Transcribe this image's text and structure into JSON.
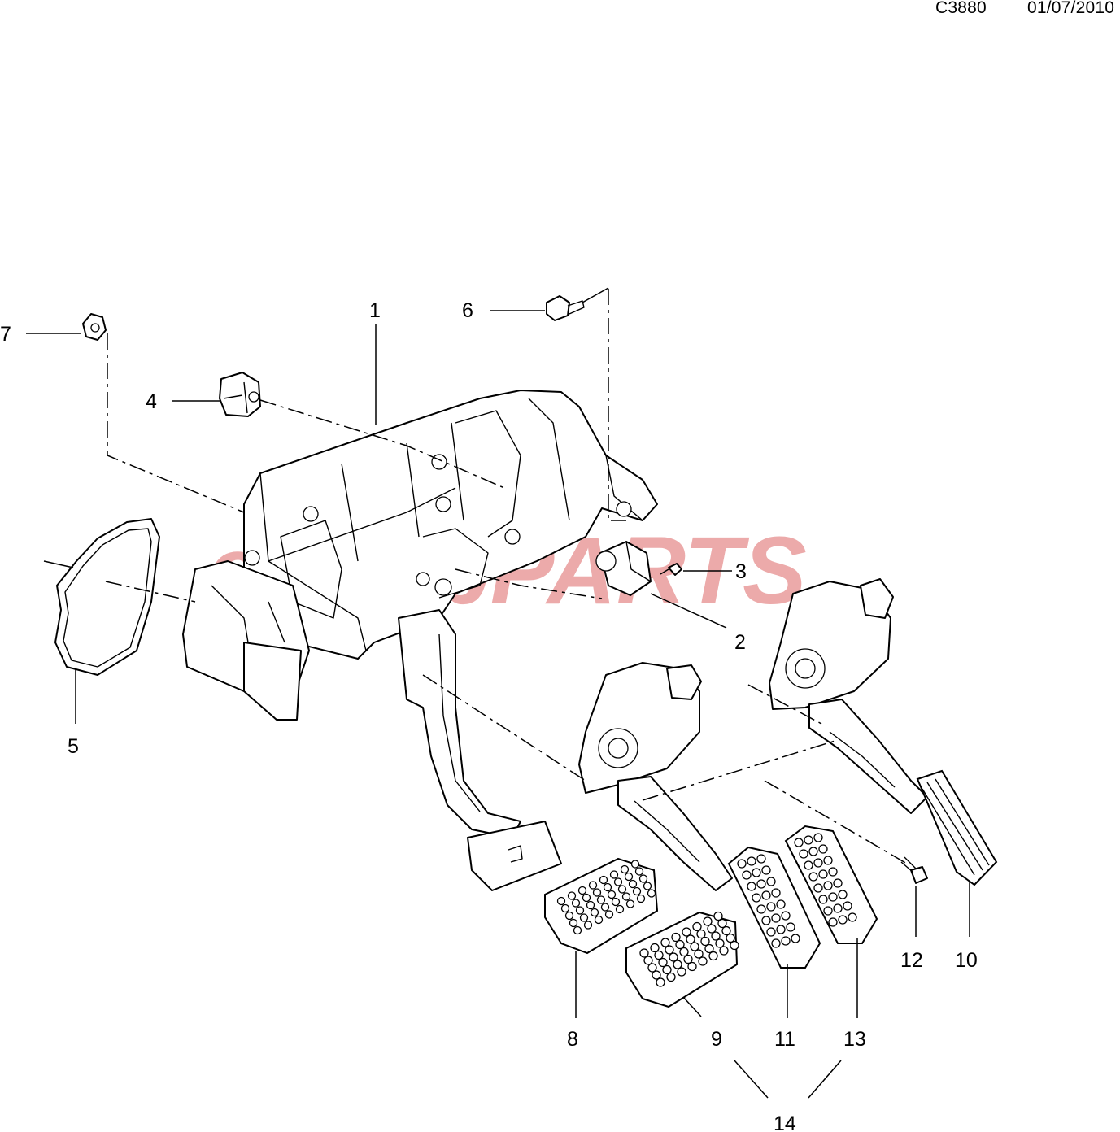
{
  "header": {
    "code": "C3880",
    "date": "01/07/2010"
  },
  "watermark": {
    "text": "eSaabPARTS"
  },
  "callouts": [
    {
      "id": "1",
      "label": "1"
    },
    {
      "id": "2",
      "label": "2"
    },
    {
      "id": "3",
      "label": "3"
    },
    {
      "id": "4",
      "label": "4"
    },
    {
      "id": "5",
      "label": "5"
    },
    {
      "id": "6",
      "label": "6"
    },
    {
      "id": "7",
      "label": "7"
    },
    {
      "id": "8",
      "label": "8"
    },
    {
      "id": "9",
      "label": "9"
    },
    {
      "id": "10",
      "label": "10"
    },
    {
      "id": "11",
      "label": "11"
    },
    {
      "id": "12",
      "label": "12"
    },
    {
      "id": "13",
      "label": "13"
    },
    {
      "id": "14",
      "label": "14"
    }
  ]
}
